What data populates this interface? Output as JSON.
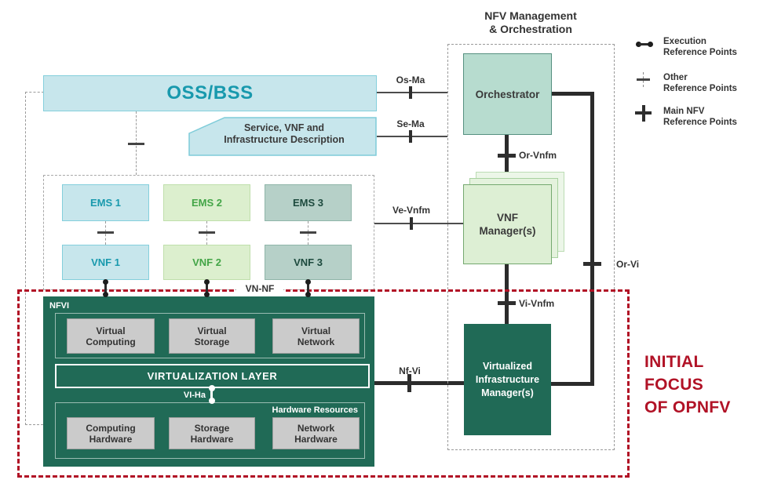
{
  "mano": {
    "title_line1": "NFV Management",
    "title_line2": "& Orchestration",
    "orchestrator": "Orchestrator",
    "vnf_manager_line1": "VNF",
    "vnf_manager_line2": "Manager(s)",
    "vim_line1": "Virtualized",
    "vim_line2": "Infrastructure",
    "vim_line3": "Manager(s)"
  },
  "oss": {
    "label": "OSS/BSS"
  },
  "service_desc": {
    "line1": "Service, VNF and",
    "line2": "Infrastructure Description"
  },
  "ems": {
    "ems1": "EMS 1",
    "ems2": "EMS 2",
    "ems3": "EMS 3"
  },
  "vnf": {
    "vnf1": "VNF 1",
    "vnf2": "VNF 2",
    "vnf3": "VNF 3"
  },
  "nfvi": {
    "label": "NFVI",
    "virtual_computing_line1": "Virtual",
    "virtual_computing_line2": "Computing",
    "virtual_storage_line1": "Virtual",
    "virtual_storage_line2": "Storage",
    "virtual_network_line1": "Virtual",
    "virtual_network_line2": "Network",
    "virtualization_layer": "VIRTUALIZATION LAYER",
    "hardware_resources": "Hardware Resources",
    "computing_hw_line1": "Computing",
    "computing_hw_line2": "Hardware",
    "storage_hw_line1": "Storage",
    "storage_hw_line2": "Hardware",
    "network_hw_line1": "Network",
    "network_hw_line2": "Hardware"
  },
  "ref_points": {
    "os_ma": "Os-Ma",
    "se_ma": "Se-Ma",
    "ve_vnfm": "Ve-Vnfm",
    "or_vnfm": "Or-Vnfm",
    "vi_vnfm": "Vi-Vnfm",
    "or_vi": "Or-Vi",
    "nf_vi": "Nf-Vi",
    "vn_nf": "VN-NF",
    "vi_ha": "VI-Ha"
  },
  "legend": {
    "items": [
      {
        "icon": "execution-reference-icon",
        "line1": "Execution",
        "line2": "Reference Points"
      },
      {
        "icon": "other-reference-icon",
        "line1": "Other",
        "line2": "Reference Points"
      },
      {
        "icon": "main-reference-icon",
        "line1": "Main NFV",
        "line2": "Reference Points"
      }
    ]
  },
  "focus": {
    "line1": "INITIAL",
    "line2": "FOCUS",
    "line3": "OF OPNFV"
  },
  "colors": {
    "teal_text": "#1899ad",
    "light_cyan": "#c7e6ec",
    "light_green": "#dcefce",
    "green_text": "#43a547",
    "gray_teal": "#b6d0c8",
    "dark_teal_text": "#1d4a3e",
    "sage": "#b7dccf",
    "dark_green": "#206a56",
    "gray_box": "#cbcbcb",
    "focus_red": "#b11226",
    "line_black": "#2b2b2b"
  }
}
